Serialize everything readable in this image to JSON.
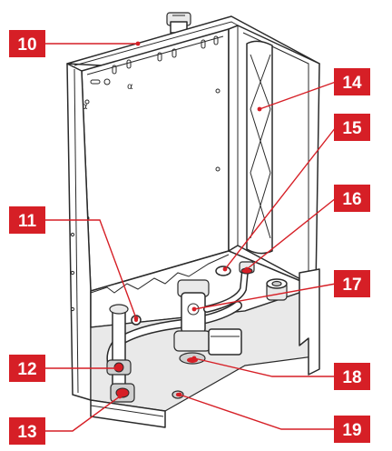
{
  "callouts": [
    {
      "number": "10"
    },
    {
      "number": "11"
    },
    {
      "number": "12"
    },
    {
      "number": "13"
    },
    {
      "number": "14"
    },
    {
      "number": "15"
    },
    {
      "number": "16"
    },
    {
      "number": "17"
    },
    {
      "number": "18"
    },
    {
      "number": "19"
    }
  ],
  "colors": {
    "callout_red": "#d61f26",
    "line_ink": "#2a2a2a",
    "panel_fill": "#ffffff",
    "shade_fill": "#e9e9e9"
  }
}
